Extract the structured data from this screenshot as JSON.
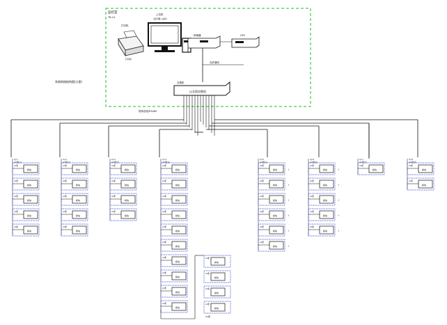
{
  "control_room": {
    "label": "监控室",
    "sub_label": "TB-1A",
    "printer_label": "打印机",
    "printer_sub": "打印机",
    "monitor_label": "上位机",
    "monitor_sub": "(显示器+主机)",
    "converter_label": "转换器",
    "ups_label": "UPS"
  },
  "switch": {
    "top_label": "交换机",
    "main_label": "以太网交换机",
    "link_label": "光纤通讯"
  },
  "notes": {
    "side_note": "系统网络结构图(示意)",
    "bus_label": "现场总线/RS485"
  },
  "columns": [
    {
      "head_a": "CJ-1",
      "head_b": "AC柜(1)",
      "count": 5,
      "row_label": "AC柜",
      "module": "模块"
    },
    {
      "head_a": "CJ-2",
      "head_b": "AC柜(2)",
      "count": 5,
      "row_label": "AC柜",
      "module": "模块"
    },
    {
      "head_a": "CJ-3",
      "head_b": "AC柜(3)",
      "count": 4,
      "row_label": "AC柜",
      "module": "模块"
    },
    {
      "head_a": "CJ-4",
      "head_b": "AC柜(4)",
      "count": 10,
      "row_label": "AC柜",
      "module": "模块"
    },
    {
      "head_a": "CJ-5",
      "head_b": "AC柜(5)",
      "count": 6,
      "row_label": "AC柜",
      "module": "模块"
    },
    {
      "head_a": "CJ-6",
      "head_b": "AC柜(6)",
      "count": 5,
      "row_label": "AC柜",
      "module": "模块"
    },
    {
      "head_a": "CJ-7",
      "head_b": "AC柜(7)",
      "count": 1,
      "row_label": "AC柜",
      "module": "模块"
    },
    {
      "head_a": "CJ-8",
      "head_b": "AC柜(8)",
      "count": 2,
      "row_label": "AC柜",
      "module": "模块"
    }
  ],
  "extra_column": {
    "count": 4,
    "row_label": "AC柜",
    "module": "模块",
    "foot": "AC柜"
  },
  "colors": {
    "frame": "#22bb22",
    "module": "#3344cc",
    "line": "#111111"
  }
}
